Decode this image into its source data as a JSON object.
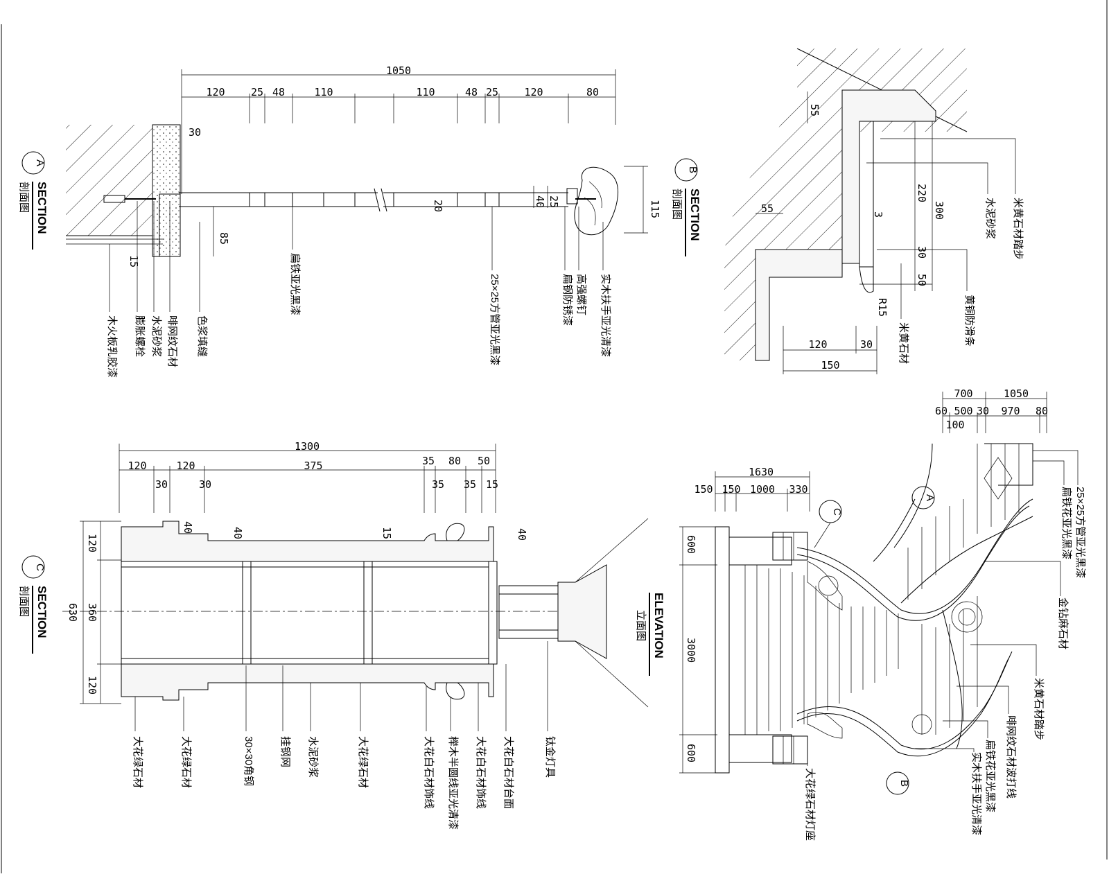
{
  "section_a": {
    "badge": "A",
    "title_en": "SECTION",
    "title_cn": "剖面图",
    "dims_top": [
      "1050",
      "120",
      "25",
      "48",
      "110",
      "110",
      "48",
      "25",
      "120",
      "80"
    ],
    "dims_side": [
      "30",
      "115",
      "85",
      "40",
      "25",
      "20",
      "15"
    ],
    "callouts": [
      "木火板乳胶漆",
      "膨胀螺栓",
      "水泥砂浆",
      "啡网纹石材",
      "色浆填缝",
      "扁铁亚光黑漆",
      "25×25方管亚光黑漆",
      "扁钢防锈漆",
      "高强螺钉",
      "实木扶手亚光清漆"
    ]
  },
  "section_b": {
    "badge": "B",
    "title_en": "SECTION",
    "title_cn": "剖面图",
    "dims": [
      "55",
      "55",
      "220",
      "300",
      "3",
      "30",
      "50",
      "R15",
      "120",
      "30",
      "150"
    ],
    "callouts": [
      "米黄石材踏步",
      "水泥砂浆",
      "黄铜防滑条",
      "米黄石材"
    ]
  },
  "section_c": {
    "badge": "C",
    "title_en": "SECTION",
    "title_cn": "剖面图",
    "dims_top": [
      "1300",
      "120",
      "120",
      "375",
      "35",
      "80",
      "50",
      "30",
      "30",
      "35",
      "35",
      "15"
    ],
    "dims_side": [
      "630",
      "120",
      "360",
      "120",
      "40",
      "40",
      "15",
      "40"
    ],
    "callouts": [
      "大花绿石材",
      "大花绿石材",
      "30×30角钢",
      "挂钢网",
      "水泥砂浆",
      "大花绿石材",
      "大花白石材饰线",
      "榉木半圆线亚光清漆",
      "大花白石材饰线",
      "大花白石材台面",
      "钛金灯具"
    ]
  },
  "elevation": {
    "title_en": "ELEVATION",
    "title_cn": "立面图",
    "dims_top": [
      "1630",
      "150",
      "150",
      "1000",
      "330"
    ],
    "dims_side": [
      "600",
      "3000",
      "600"
    ],
    "dims_right": [
      "700",
      "1050",
      "60",
      "500",
      "30",
      "970",
      "80",
      "100"
    ],
    "markers": [
      "A",
      "B",
      "C"
    ],
    "callouts": [
      "25×25方管亚光黑漆",
      "扁铁花亚光黑漆",
      "金钻麻石材",
      "米黄石材踏步",
      "啡网纹石材波打线",
      "扁铁花亚光黑漆",
      "实木扶手亚光清漆",
      "大花绿石材灯座"
    ]
  }
}
